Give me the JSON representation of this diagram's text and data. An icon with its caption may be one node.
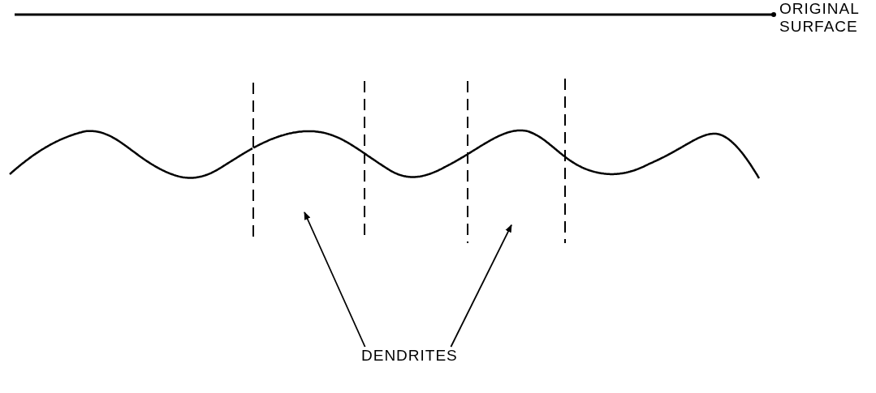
{
  "diagram": {
    "nodes": [
      {
        "text": [
          "DENDRITES"
        ]
      },
      {
        "text": [],
        "shape": "picture"
      },
      {
        "text": [],
        "shape": "picture"
      }
    ],
    "edges": [
      {
        "from": 0,
        "to": 1,
        "arrow": "to"
      },
      {
        "from": 0,
        "to": 2,
        "arrow": "to"
      }
    ],
    "labels": [
      "ORIGINAL SURFACE"
    ]
  }
}
